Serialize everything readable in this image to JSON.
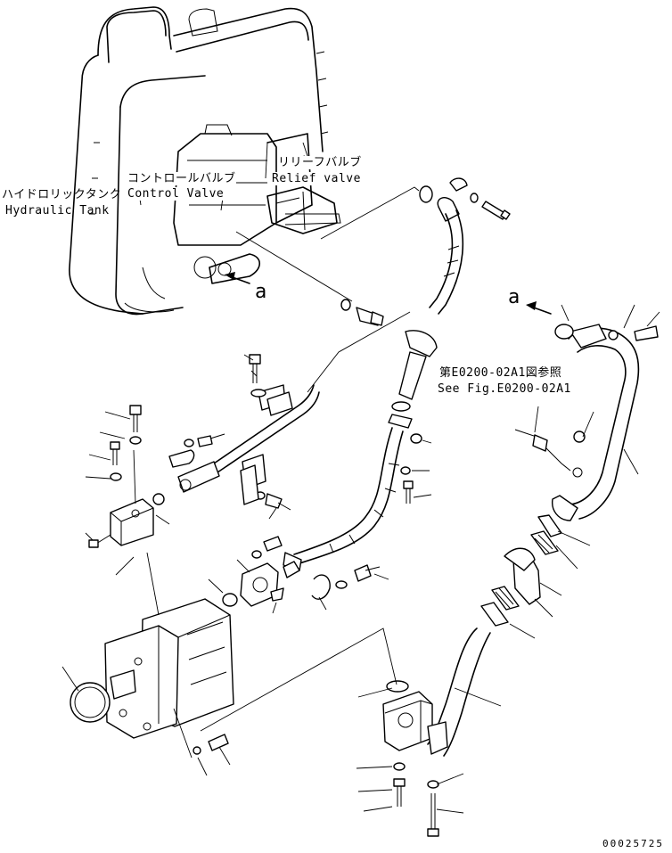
{
  "labels": {
    "hydraulic_tank_jp": "ハイドロリックタンク",
    "hydraulic_tank_en": "Hydraulic Tank",
    "control_valve_jp": "コントロールバルブ",
    "control_valve_en": "Control Valve",
    "relief_valve_jp": "リリーフバルブ",
    "relief_valve_en": "Relief valve",
    "view_a_1": "a",
    "view_a_2": "a",
    "see_fig_jp": "第E0200-02A1図参照",
    "see_fig_en": "See Fig.E0200-02A1",
    "drawing_code": "00025725"
  }
}
